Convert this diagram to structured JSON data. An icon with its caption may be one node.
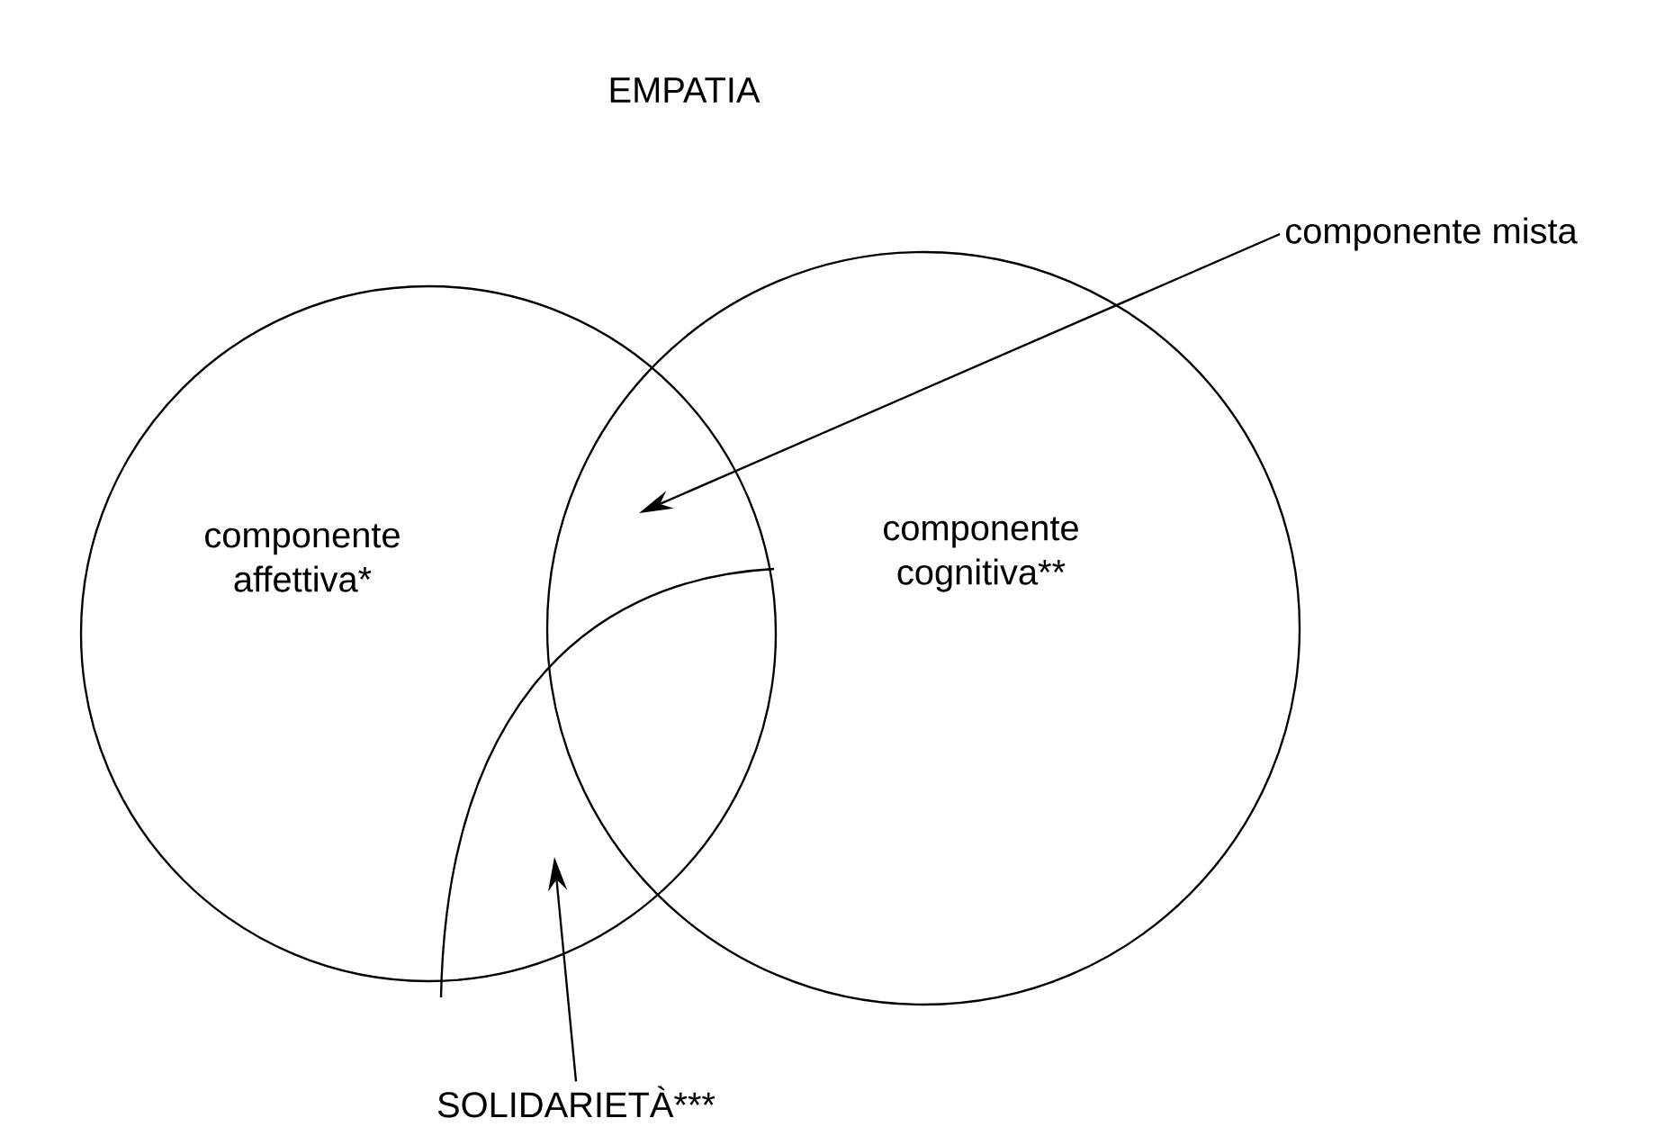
{
  "diagram": {
    "title": "EMPATIA",
    "nodes": [
      {
        "text": [
          "componente affettiva*"
        ]
      },
      {
        "text": [
          "componente cognitiva**"
        ]
      },
      {
        "text": [
          "componente mista"
        ]
      },
      {
        "text": [
          "SOLIDARIETÀ***"
        ]
      }
    ],
    "edges": [
      {
        "from": 2,
        "to": 0,
        "arrow": "to"
      },
      {
        "from": 3,
        "to": 0,
        "arrow": "to"
      }
    ]
  }
}
